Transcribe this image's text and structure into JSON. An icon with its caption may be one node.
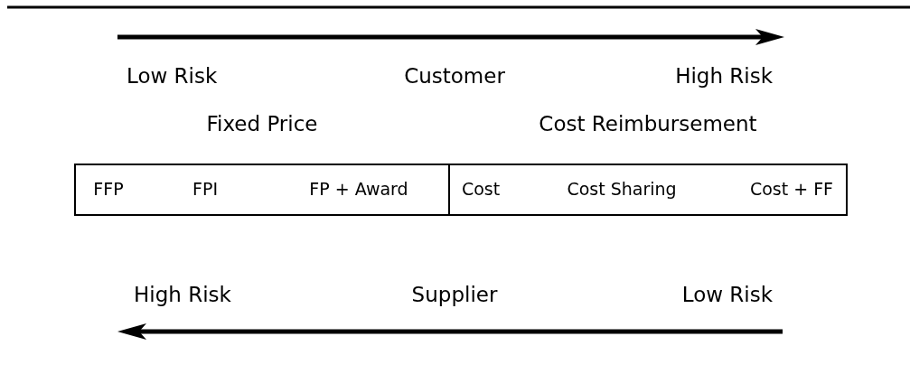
{
  "diagram": {
    "nodes": [
      {
        "text": [
          "Fixed Price",
          "FFP",
          "FPI",
          "FP + Award"
        ]
      },
      {
        "text": [
          "Cost Reimbursement",
          "Cost",
          "Cost Sharing",
          "Cost + FF"
        ]
      }
    ],
    "labels": [
      "Low Risk",
      "Customer",
      "High Risk",
      "High Risk",
      "Supplier",
      "Low Risk"
    ]
  }
}
